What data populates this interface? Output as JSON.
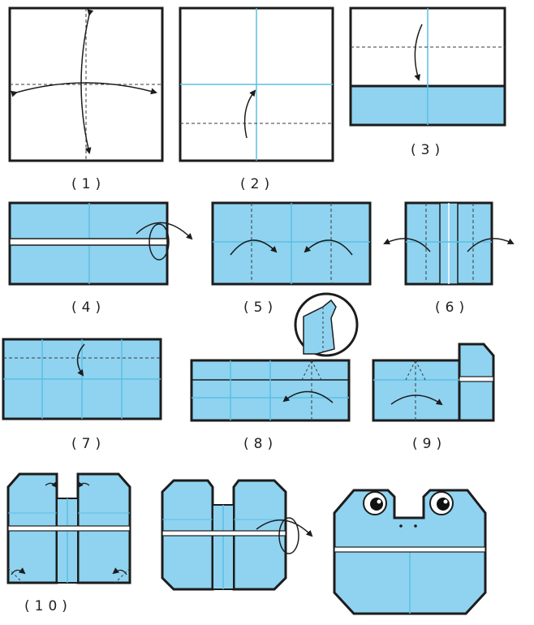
{
  "colors": {
    "paper_blue": "#8fd3f0",
    "crease": "#5bbfe3",
    "outline": "#1c1c1c",
    "white": "#ffffff"
  },
  "steps": [
    {
      "id": "1",
      "label": "(1)"
    },
    {
      "id": "2",
      "label": "(2)"
    },
    {
      "id": "3",
      "label": "(3)"
    },
    {
      "id": "4",
      "label": "(4)"
    },
    {
      "id": "5",
      "label": "(5)"
    },
    {
      "id": "6",
      "label": "(6)"
    },
    {
      "id": "7",
      "label": "(7)"
    },
    {
      "id": "8",
      "label": "(8)"
    },
    {
      "id": "9",
      "label": "(9)"
    },
    {
      "id": "10",
      "label": "(10)"
    },
    {
      "id": "11",
      "label": ""
    },
    {
      "id": "12",
      "label": ""
    }
  ]
}
